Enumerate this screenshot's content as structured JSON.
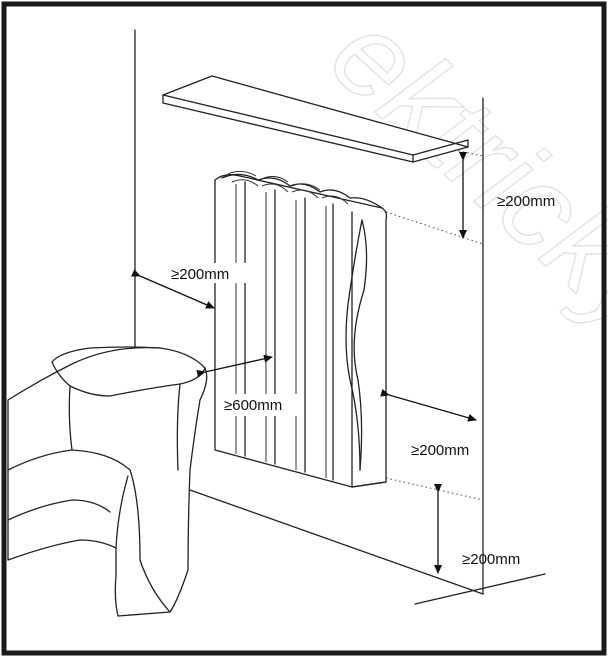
{
  "watermark": "ektricky",
  "dimensions": {
    "top_clearance": "≥200mm",
    "side_clearance": "≥200mm",
    "front_clearance": "≥600mm",
    "right_clearance": "≥200mm",
    "bottom_clearance": "≥200mm"
  },
  "colors": {
    "frame": "#1a1a1a",
    "line": "#222222",
    "watermark": "#cfcfcf"
  }
}
